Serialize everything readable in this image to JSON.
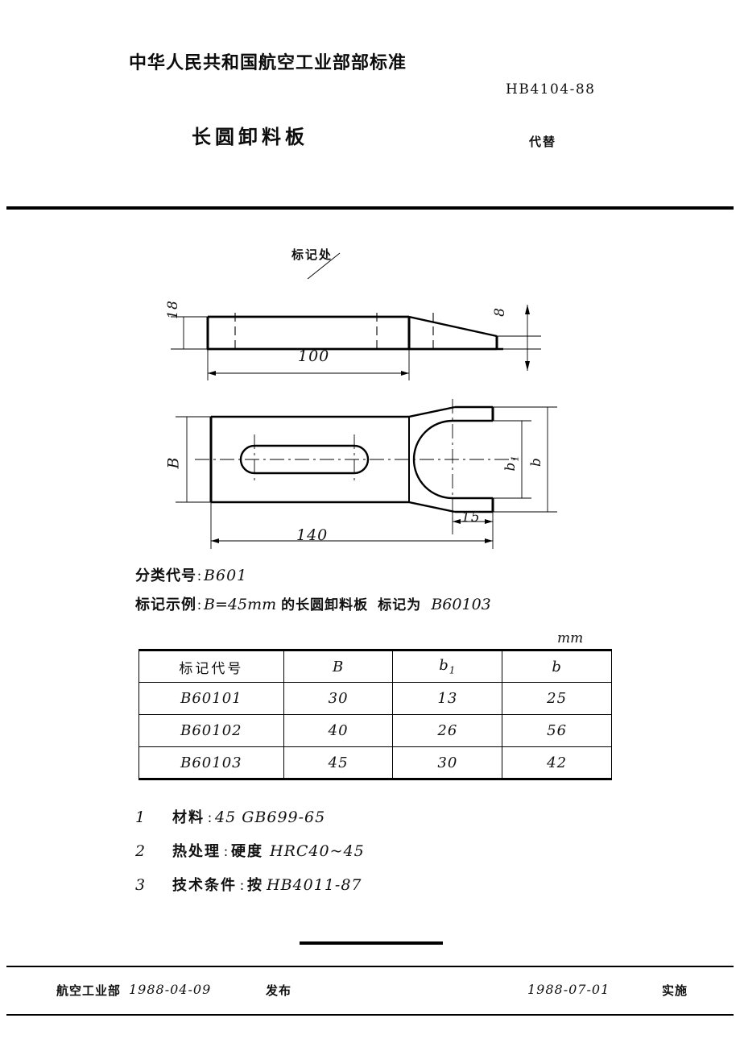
{
  "header": {
    "organization": "中华人民共和国航空工业部部标准",
    "standard_number": "HB4104-88",
    "doc_title": "长圆卸料板",
    "replaces_label": "代替",
    "replaces_value": ""
  },
  "drawings": {
    "side_view": {
      "callout": "标记处",
      "height": "18",
      "length": "100",
      "tip_height": "8"
    },
    "plan_view": {
      "width": "B",
      "length": "140",
      "fork_depth": "15",
      "slot_inner": "b",
      "slot_inner_sub": "1",
      "slot_outer": "b"
    }
  },
  "spec": {
    "class_label": "分类代号",
    "class_value": "B601",
    "mark_label": "标记示例",
    "mark_value_pre": "B=45mm",
    "mark_value_cn1": "的长圆卸料板",
    "mark_value_cn2": "标记为",
    "mark_value_code": "B60103"
  },
  "table": {
    "unit": "mm",
    "headers": {
      "code": "标记代号",
      "B": "B",
      "b1": "b",
      "b1_sub": "1",
      "b": "b"
    },
    "rows": [
      {
        "code": "B60101",
        "B": "30",
        "b1": "13",
        "b": "25"
      },
      {
        "code": "B60102",
        "B": "40",
        "b1": "26",
        "b": "56"
      },
      {
        "code": "B60103",
        "B": "45",
        "b1": "30",
        "b": "42"
      }
    ]
  },
  "notes": [
    {
      "index": "1",
      "label": "材料",
      "value": "45   GB699-65"
    },
    {
      "index": "2",
      "label": "热处理",
      "value_cn": "硬度",
      "value": "HRC40~45"
    },
    {
      "index": "3",
      "label": "技术条件",
      "value_cn": "按",
      "value": "HB4011-87"
    }
  ],
  "footer": {
    "issuer": "航空工业部",
    "issue_date": "1988-04-09",
    "publish": "发布",
    "effective_date": "1988-07-01",
    "implement": "实施"
  }
}
